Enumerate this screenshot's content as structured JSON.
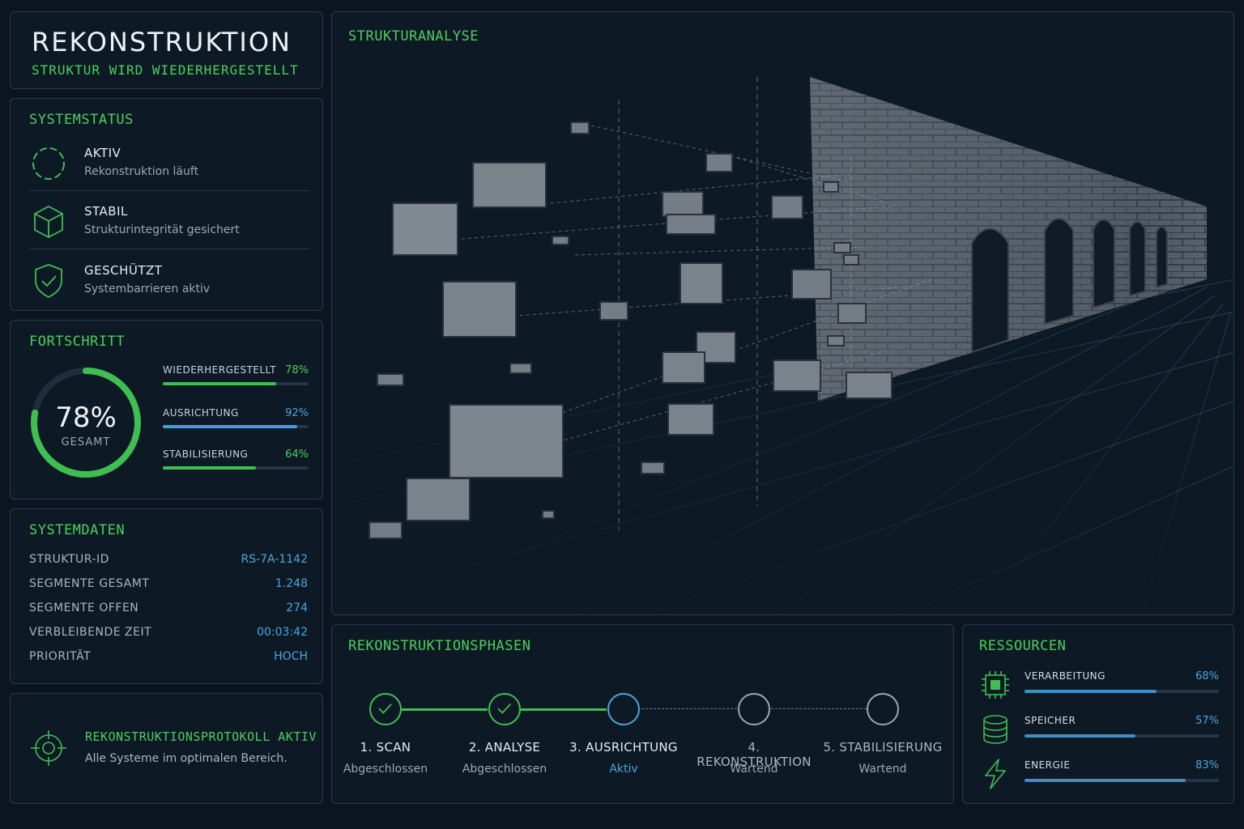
{
  "header": {
    "title": "REKONSTRUKTION",
    "subtitle": "STRUKTUR WIRD WIEDERHERGESTELLT"
  },
  "system_status": {
    "title": "SYSTEMSTATUS",
    "items": [
      {
        "label": "AKTIV",
        "detail": "Rekonstruktion läuft",
        "icon": "dashed-circle-icon"
      },
      {
        "label": "STABIL",
        "detail": "Strukturintegrität gesichert",
        "icon": "cube-icon"
      },
      {
        "label": "GESCHÜTZT",
        "detail": "Systembarrieren aktiv",
        "icon": "shield-check-icon"
      }
    ]
  },
  "progress": {
    "title": "FORTSCHRITT",
    "total_value": "78%",
    "total_fraction": 0.78,
    "total_label": "GESAMT",
    "bars": [
      {
        "label": "WIEDERHERGESTELLT",
        "value": "78%",
        "fraction": 0.78,
        "color": "#3fbf4f"
      },
      {
        "label": "AUSRICHTUNG",
        "value": "92%",
        "fraction": 0.92,
        "color": "#3f9fd8"
      },
      {
        "label": "STABILISIERUNG",
        "value": "64%",
        "fraction": 0.64,
        "color": "#3fbf4f"
      }
    ]
  },
  "system_data": {
    "title": "SYSTEMDATEN",
    "rows": [
      {
        "key": "STRUKTUR-ID",
        "value": "RS-7A-1142"
      },
      {
        "key": "SEGMENTE GESAMT",
        "value": "1.248"
      },
      {
        "key": "SEGMENTE OFFEN",
        "value": "274"
      },
      {
        "key": "VERBLEIBENDE ZEIT",
        "value": "00:03:42"
      },
      {
        "key": "PRIORITÄT",
        "value": "HOCH"
      }
    ]
  },
  "protocol": {
    "title": "REKONSTRUKTIONSPROTOKOLL AKTIV",
    "detail": "Alle Systeme im optimalen Bereich.",
    "icon": "crosshair-icon"
  },
  "analysis": {
    "title": "STRUKTURANALYSE"
  },
  "phases": {
    "title": "REKONSTRUKTIONSPHASEN",
    "steps": [
      {
        "label": "1. SCAN",
        "status": "Abgeschlossen",
        "state": "done"
      },
      {
        "label": "2. ANALYSE",
        "status": "Abgeschlossen",
        "state": "done"
      },
      {
        "label": "3. AUSRICHTUNG",
        "status": "Aktiv",
        "state": "active"
      },
      {
        "label": "4. REKONSTRUKTION",
        "status": "Wartend",
        "state": "pending"
      },
      {
        "label": "5. STABILISIERUNG",
        "status": "Wartend",
        "state": "pending"
      }
    ]
  },
  "resources": {
    "title": "RESSOURCEN",
    "items": [
      {
        "label": "VERARBEITUNG",
        "value": "68%",
        "fraction": 0.68,
        "icon": "cpu-chip-icon"
      },
      {
        "label": "SPEICHER",
        "value": "57%",
        "fraction": 0.57,
        "icon": "database-icon"
      },
      {
        "label": "ENERGIE",
        "value": "83%",
        "fraction": 0.83,
        "icon": "lightning-icon"
      }
    ]
  },
  "colors": {
    "accent_green": "#4ccf5a",
    "accent_blue": "#4aa6dc",
    "panel_bg": "#0e1926",
    "page_bg": "#0b1420"
  }
}
